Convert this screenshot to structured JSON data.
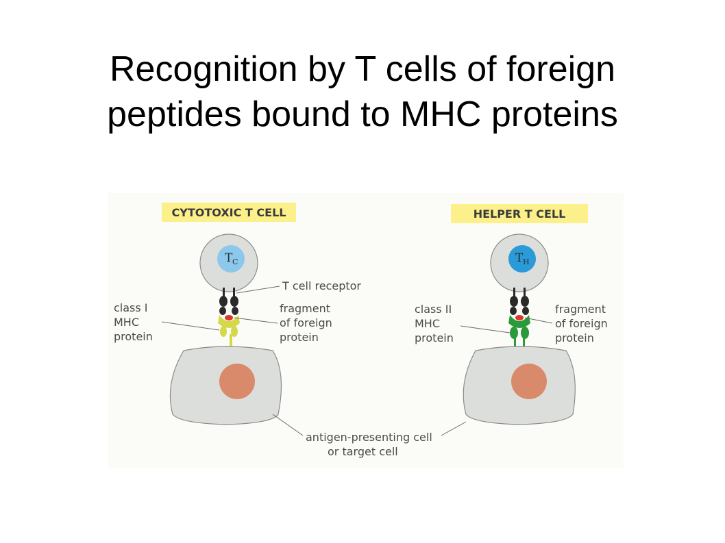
{
  "title": {
    "line1": "Recognition by T cells of foreign",
    "line2": "peptides bound to MHC proteins"
  },
  "diagram": {
    "left_panel": {
      "header": "CYTOTOXIC T CELL",
      "cell_symbol": "T",
      "cell_subscript": "C",
      "mhc_label": [
        "class I",
        "MHC",
        "protein"
      ],
      "fragment_label": [
        "fragment",
        "of foreign",
        "protein"
      ],
      "receptor_label": "T cell receptor"
    },
    "right_panel": {
      "header": "HELPER T CELL",
      "cell_symbol": "T",
      "cell_subscript": "H",
      "mhc_label": [
        "class II",
        "MHC",
        "protein"
      ],
      "fragment_label": [
        "fragment",
        "of foreign",
        "protein"
      ]
    },
    "apc_label": [
      "antigen-presenting cell",
      "or target cell"
    ],
    "colors": {
      "header_bg": "#fbf08a",
      "cell_fill": "#dcdedc",
      "cell_stroke": "#8a8a8a",
      "tc_nucleus": "#8cc8ec",
      "th_nucleus": "#2a9ad8",
      "apc_nucleus": "#d98a6a",
      "receptor": "#2a2a2a",
      "peptide": "#d83a2a",
      "class1_mhc": "#d4d84a",
      "class2_mhc": "#2a9a3a"
    }
  }
}
